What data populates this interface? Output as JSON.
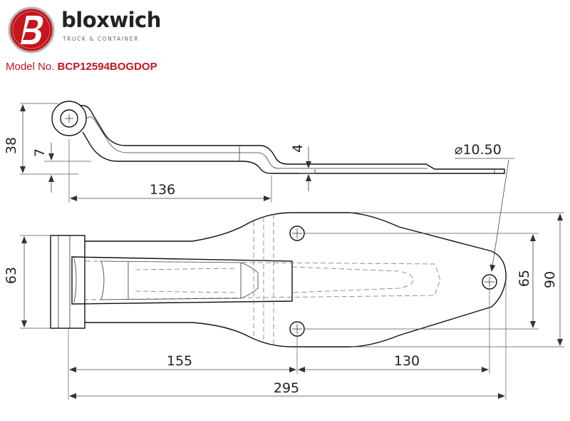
{
  "brand": {
    "name": "bloxwich",
    "tagline": "TRUCK & CONTAINER",
    "logo_color": "#c4161c"
  },
  "model": {
    "label": "Model No.",
    "number": "BCP12594BOGDOP",
    "color": "#c4161c"
  },
  "dimensions": {
    "side_height": "38",
    "offset_height": "7",
    "plate_thickness": "4",
    "hole_diameter": "⌀10.50",
    "side_length": "136",
    "knuckle_height": "63",
    "hole_spacing": "65",
    "overall_width": "90",
    "knuckle_to_holes": "155",
    "holes_to_tip": "130",
    "overall_length": "295"
  }
}
